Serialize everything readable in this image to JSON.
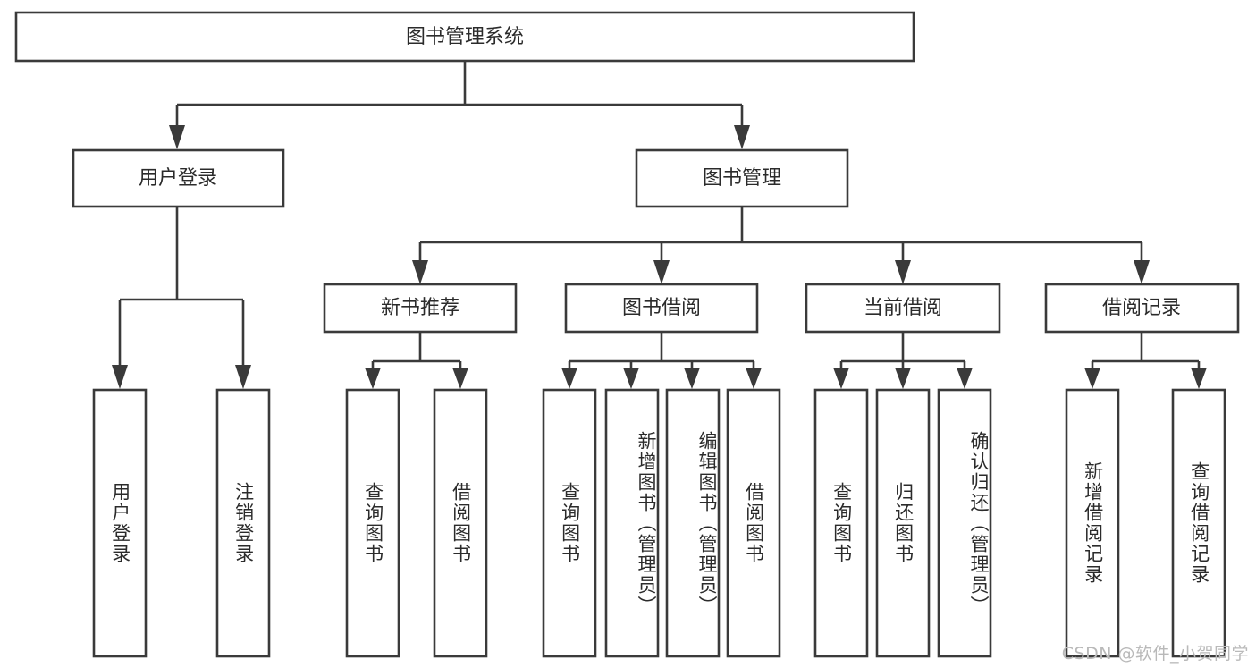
{
  "diagram": {
    "title": "图书管理系统",
    "type": "tree-hierarchy",
    "orientation": "top-down",
    "colors": {
      "box_fill": "#ffffff",
      "box_stroke": "#3a3a3a",
      "text": "#2b2b2b",
      "background": "#ffffff",
      "watermark": "#b9b9b9"
    },
    "root": {
      "id": "root",
      "label": "图书管理系统"
    },
    "level2": [
      {
        "id": "user-login",
        "label": "用户登录"
      },
      {
        "id": "book-manage",
        "label": "图书管理"
      }
    ],
    "level3": [
      {
        "id": "new-book-rec",
        "label": "新书推荐",
        "parent": "book-manage"
      },
      {
        "id": "book-borrow",
        "label": "图书借阅",
        "parent": "book-manage"
      },
      {
        "id": "current-borrow",
        "label": "当前借阅",
        "parent": "book-manage"
      },
      {
        "id": "borrow-record",
        "label": "借阅记录",
        "parent": "book-manage"
      }
    ],
    "leaves": [
      {
        "id": "leaf-user-login",
        "label": "用户登录",
        "parent": "user-login"
      },
      {
        "id": "leaf-logout",
        "label": "注销登录",
        "parent": "user-login"
      },
      {
        "id": "leaf-query-book-1",
        "label": "查询图书",
        "parent": "new-book-rec"
      },
      {
        "id": "leaf-borrow-book-1",
        "label": "借阅图书",
        "parent": "new-book-rec"
      },
      {
        "id": "leaf-query-book-2",
        "label": "查询图书",
        "parent": "book-borrow"
      },
      {
        "id": "leaf-add-book",
        "label": "新增图书（管理员）",
        "parent": "book-borrow"
      },
      {
        "id": "leaf-edit-book",
        "label": "编辑图书（管理员）",
        "parent": "book-borrow"
      },
      {
        "id": "leaf-borrow-book-2",
        "label": "借阅图书",
        "parent": "book-borrow"
      },
      {
        "id": "leaf-query-book-3",
        "label": "查询图书",
        "parent": "current-borrow"
      },
      {
        "id": "leaf-return-book",
        "label": "归还图书",
        "parent": "current-borrow"
      },
      {
        "id": "leaf-confirm-return",
        "label": "确认归还（管理员）",
        "parent": "current-borrow"
      },
      {
        "id": "leaf-add-record",
        "label": "新增借阅记录",
        "parent": "borrow-record"
      },
      {
        "id": "leaf-query-record",
        "label": "查询借阅记录",
        "parent": "borrow-record"
      }
    ]
  },
  "watermark": {
    "text": "CSDN @软件_小贺同学"
  }
}
